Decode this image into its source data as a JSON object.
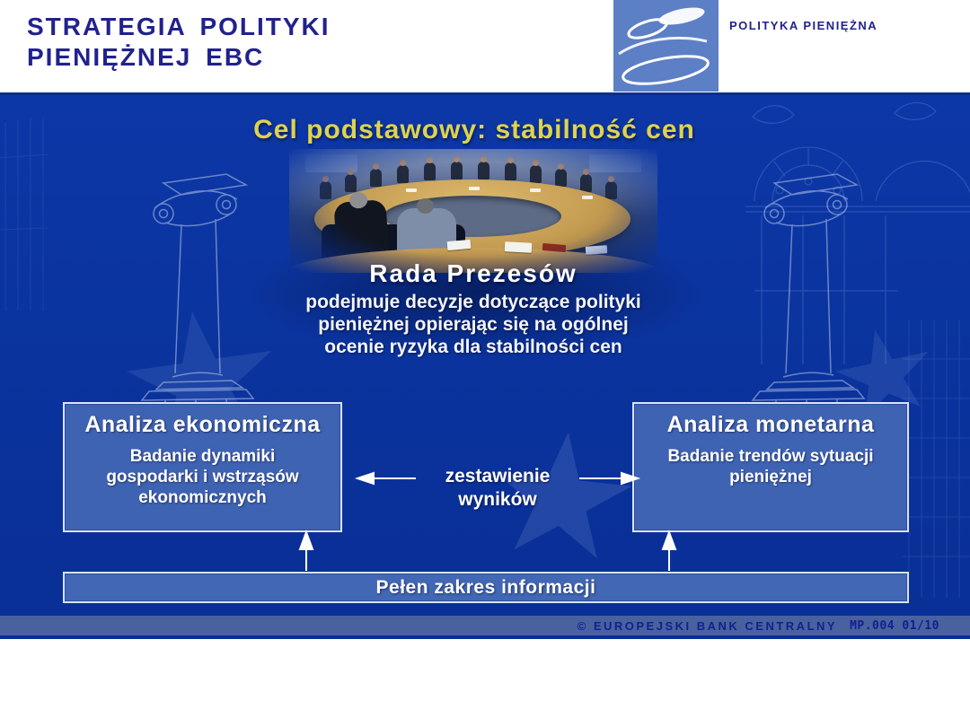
{
  "header": {
    "title_lines": [
      "STRATEGIA POLITYKI",
      "PIENIĘŻNEJ EBC"
    ],
    "series_label": "POLITYKA PIENIĘŻNA"
  },
  "slide": {
    "main_title": "Cel podstawowy: stabilność cen",
    "council": {
      "heading": "Rada Prezesów",
      "lines": [
        "podejmuje decyzje dotyczące polityki",
        "pieniężnej opierając się na ogólnej",
        "ocenie ryzyka dla stabilności cen"
      ]
    },
    "economic_box": {
      "title": "Analiza ekonomiczna",
      "body_lines": [
        "Badanie dynamiki",
        "gospodarki i wstrząsów",
        "ekonomicznych"
      ]
    },
    "monetary_box": {
      "title": "Analiza monetarna",
      "body_lines": [
        "Badanie trendów sytuacji",
        "pieniężnej"
      ]
    },
    "exchange_label_lines": [
      "zestawienie",
      "wyników"
    ],
    "info_bar_label": "Pełen zakres informacji"
  },
  "footer": {
    "copyright": "© EUROPEJSKI BANK CENTRALNY",
    "code": "MP.004 01/10"
  },
  "colors": {
    "background_blue": "#0a339d",
    "box_fill": "#3f63b3",
    "bar_fill": "#4267b5",
    "footer_strip": "#49619f",
    "accent_yellow": "#ddd34f",
    "header_navy": "#21218f",
    "logo_fill": "#5c7fc6"
  }
}
